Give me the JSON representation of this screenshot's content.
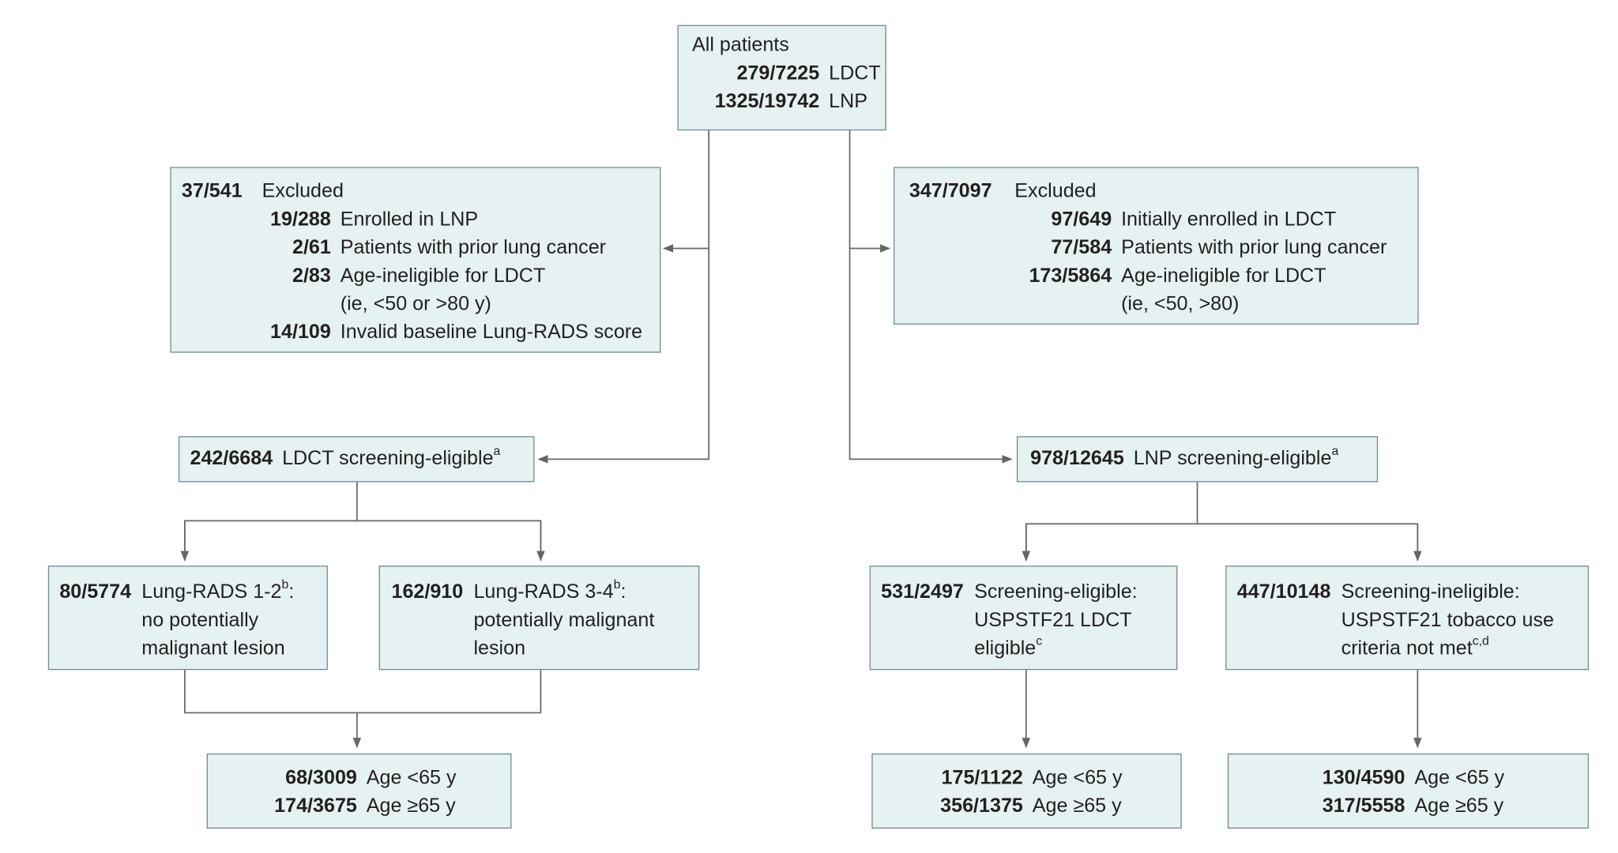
{
  "all_patients": {
    "title": "All patients",
    "rows": [
      {
        "count": "279/7225",
        "label": "LDCT"
      },
      {
        "count": "1325/19742",
        "label": "LNP"
      }
    ]
  },
  "ldct_excluded": {
    "head": {
      "count": "37/541",
      "label": "Excluded"
    },
    "rows": [
      {
        "count": "19/288",
        "label": "Enrolled in LNP"
      },
      {
        "count": "2/61",
        "label": "Patients with prior lung cancer"
      },
      {
        "count": "2/83",
        "label": "Age-ineligible for LDCT",
        "label2": "(ie, <50 or >80 y)"
      },
      {
        "count": "14/109",
        "label": "Invalid baseline Lung-RADS score"
      }
    ]
  },
  "lnp_excluded": {
    "head": {
      "count": "347/7097",
      "label": "Excluded"
    },
    "rows": [
      {
        "count": "97/649",
        "label": "Initially enrolled in LDCT"
      },
      {
        "count": "77/584",
        "label": "Patients with prior lung cancer"
      },
      {
        "count": "173/5864",
        "label": "Age-ineligible for LDCT",
        "label2": "(ie, <50, >80)"
      }
    ]
  },
  "ldct_eligible": {
    "count": "242/6684",
    "label": "LDCT screening-eligible",
    "sup": "a"
  },
  "lnp_eligible": {
    "count": "978/12645",
    "label": "LNP screening-eligible",
    "sup": "a"
  },
  "lung_rads_12": {
    "count": "80/5774",
    "line1": "Lung-RADS 1-2",
    "sup": "b",
    "line1_end": ":",
    "line2": "no potentially",
    "line3": "malignant lesion"
  },
  "lung_rads_34": {
    "count": "162/910",
    "line1": "Lung-RADS 3-4",
    "sup": "b",
    "line1_end": ":",
    "line2": "potentially malignant",
    "line3": "lesion"
  },
  "uspstf_eligible": {
    "count": "531/2497",
    "line1": "Screening-eligible:",
    "line2": "USPSTF21 LDCT",
    "line3": "eligible",
    "sup": "c"
  },
  "uspstf_ineligible": {
    "count": "447/10148",
    "line1": "Screening-ineligible:",
    "line2": "USPSTF21 tobacco use",
    "line3": "criteria not met",
    "sup": "c,d"
  },
  "ldct_age": {
    "rows": [
      {
        "count": "68/3009",
        "label": "Age <65 y"
      },
      {
        "count": "174/3675",
        "label": "Age ≥65 y"
      }
    ]
  },
  "lnp_elig_age": {
    "rows": [
      {
        "count": "175/1122",
        "label": "Age <65 y"
      },
      {
        "count": "356/1375",
        "label": "Age ≥65 y"
      }
    ]
  },
  "lnp_inelig_age": {
    "rows": [
      {
        "count": "130/4590",
        "label": "Age <65 y"
      },
      {
        "count": "317/5558",
        "label": "Age ≥65 y"
      }
    ]
  }
}
